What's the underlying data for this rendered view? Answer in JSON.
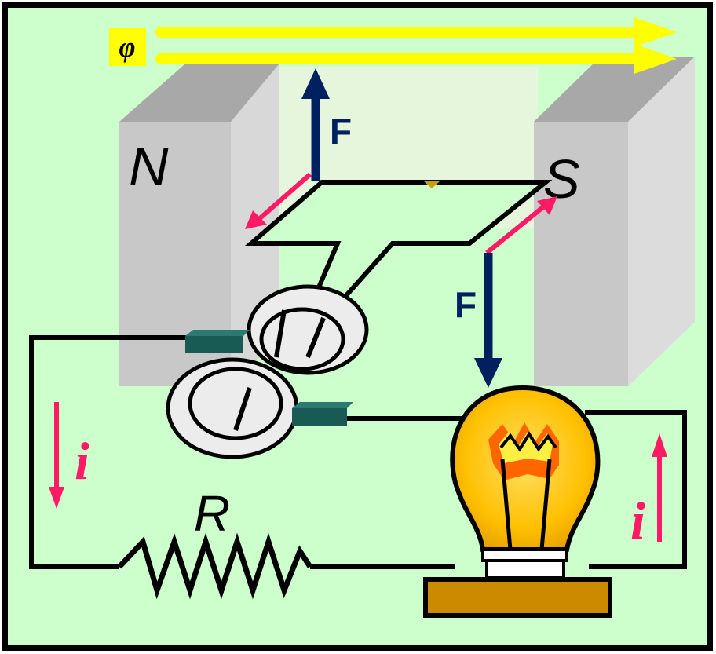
{
  "labels": {
    "flux": "φ",
    "north": "N",
    "south": "S",
    "force_top": "F",
    "force_bottom": "F",
    "current_left": "i",
    "current_right": "i",
    "resistor": "R"
  },
  "colors": {
    "background": "#ccffcc",
    "border": "#000000",
    "flux_arrow": "#ffff00",
    "magnet_front": "#c8c8c8",
    "magnet_top": "#a8a8a8",
    "magnet_side": "#d8d8d8",
    "gap_field": "#e6f6dc",
    "force_arrow": "#002060",
    "velocity_arrow": "#ff1a66",
    "current_arrow": "#ff1a66",
    "brush": "#1a5a55",
    "bulb_glass": "#ffd24d",
    "bulb_filament": "#ff6600",
    "bulb_base": "#cc8a00"
  }
}
